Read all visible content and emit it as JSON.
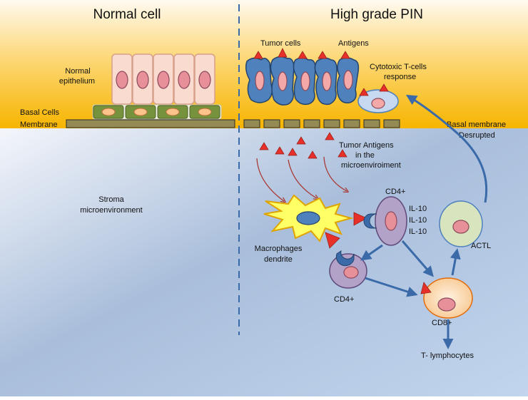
{
  "sections": {
    "normal_title": "Normal cell",
    "pin_title": "High grade PIN"
  },
  "labels": {
    "normal_epithelium_1": "Normal",
    "normal_epithelium_2": "epithelium",
    "basal_cells": "Basal Cells",
    "membrane": "Membrane",
    "tumor_cells": "Tumor cells",
    "antigens": "Antigens",
    "cytotoxic_1": "Cytotoxic T-cells",
    "cytotoxic_2": "response",
    "basal_membrane_1": "Basal membrane",
    "basal_membrane_2": "Desrupted",
    "tumor_antigens_1": "Tumor Antigens",
    "tumor_antigens_2": "in the",
    "tumor_antigens_3": "microenviroiment",
    "stroma_1": "Stroma",
    "stroma_2": "microenvironment",
    "macrophages_1": "Macrophages",
    "macrophages_2": "dendrite",
    "cd4_top": "CD4+",
    "il10_1": "IL-10",
    "il10_2": "IL-10",
    "il10_3": "IL-10",
    "actl": "ACTL",
    "cd4_bottom": "CD4+",
    "cd8": "CD8+",
    "t_lymphocytes": "T- lymphocytes"
  },
  "colors": {
    "top_orange": "#f9b800",
    "bottom_blue": "#c3d4ea",
    "epithelial_cell": "#fadbd0",
    "nucleus": "#e8909a",
    "basal_cell": "#76923c",
    "membrane": "#948a54",
    "tumor_cell": "#4f81bd",
    "antigen": "#e8302a",
    "macrophage": "#ffff66",
    "cd4_cell": "#b3a2c7",
    "actl_cell": "#d7e4bd",
    "cd8_cell": "#fcd5b5",
    "arrow": "#3a6aa8"
  }
}
